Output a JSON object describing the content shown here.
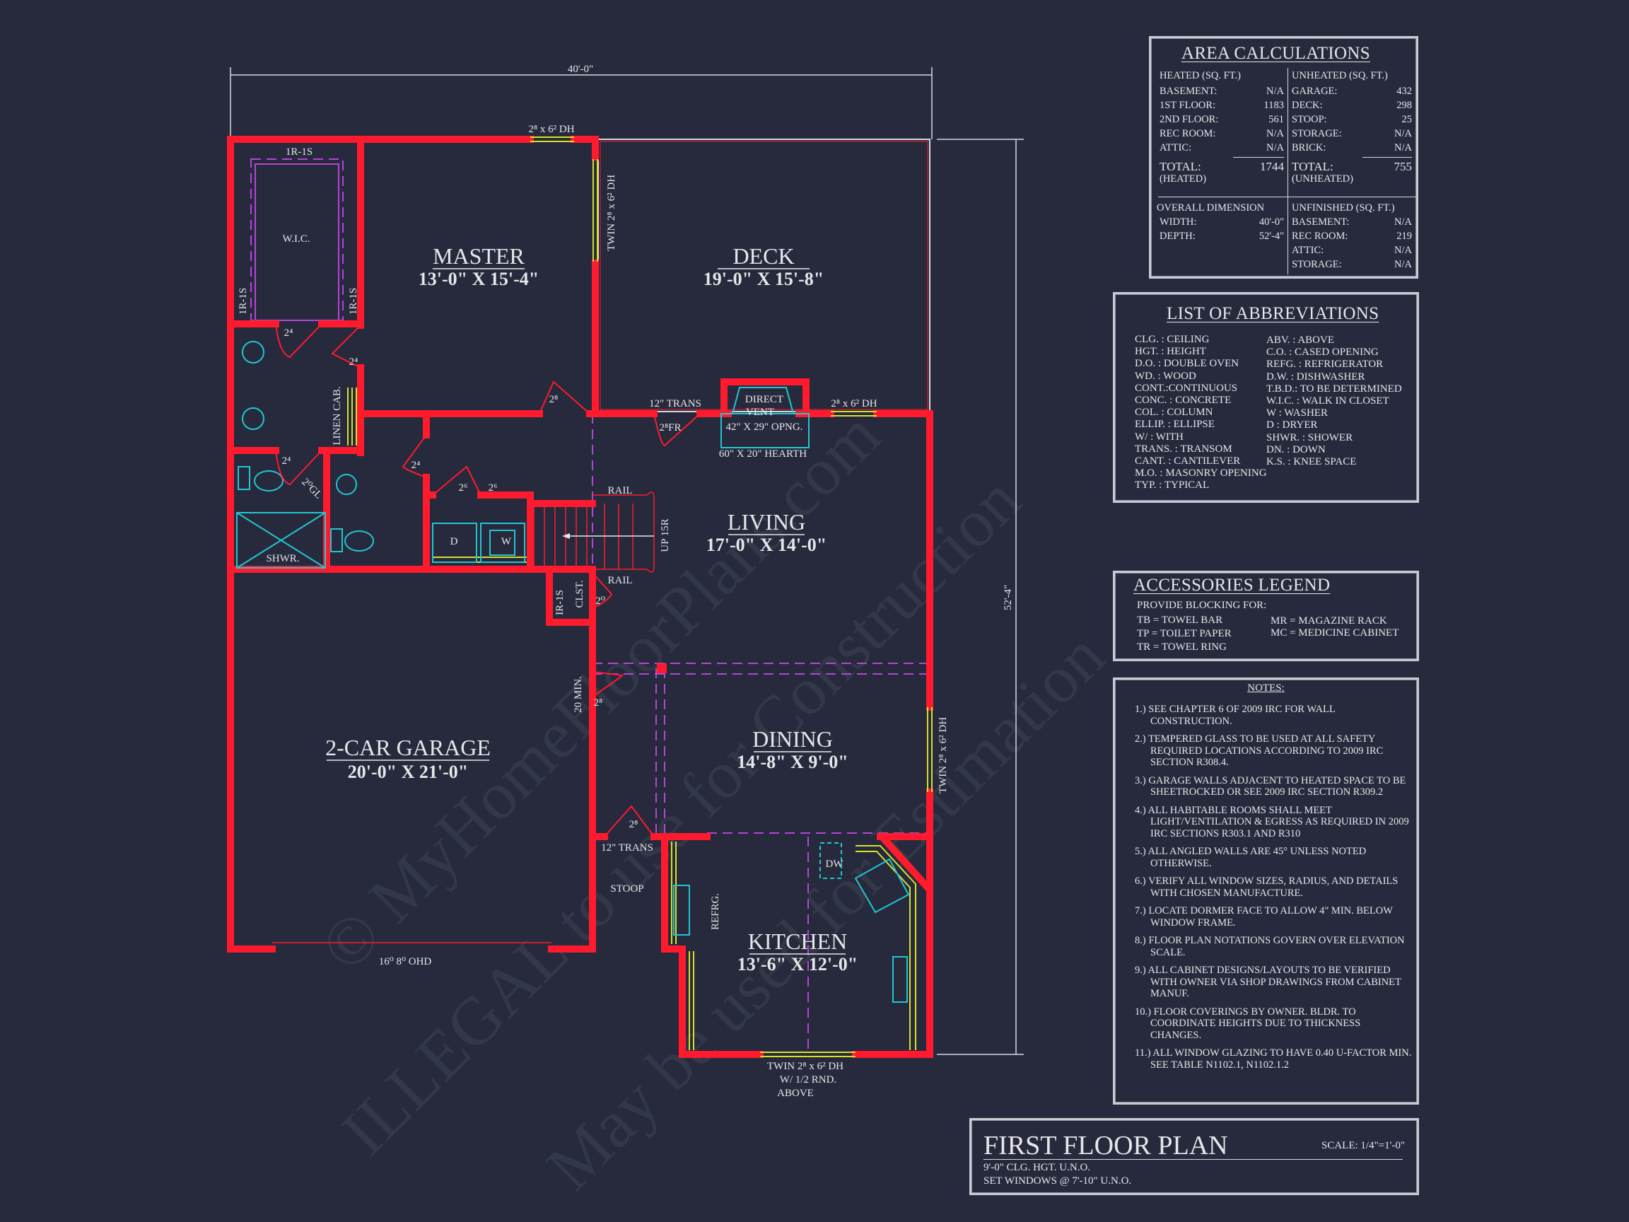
{
  "colors": {
    "background": "#262a3c",
    "wall": "#ff1a2e",
    "window": "#d8e02a",
    "fixture": "#22c6d2",
    "dashed": "#b545d6",
    "text": "#e6e6ea"
  },
  "dimensions": {
    "width": "40'-0\"",
    "depth": "52'-4\""
  },
  "rooms": {
    "master": {
      "name": "MASTER",
      "size": "13'-0\" X 15'-4\""
    },
    "deck": {
      "name": "DECK",
      "size": "19'-0\" X 15'-8\""
    },
    "living": {
      "name": "LIVING",
      "size": "17'-0\" X 14'-0\""
    },
    "dining": {
      "name": "DINING",
      "size": "14'-8\" X 9'-0\""
    },
    "garage": {
      "name": "2-CAR GARAGE",
      "size": "20'-0\" X 21'-0\""
    },
    "kitchen": {
      "name": "KITCHEN",
      "size": "13'-6\" X 12'-0\""
    }
  },
  "plan_labels": {
    "wic": "W.I.C.",
    "shwr": "SHWR.",
    "stoop": "STOOP",
    "trans_lower": "12\" TRANS",
    "trans_upper": "12\" TRANS",
    "ohd": "16⁰ 8⁰ OHD",
    "kitchen_window_1": "TWIN 2⁸ x 6² DH",
    "kitchen_window_2": "W/ 1/2 RND.",
    "kitchen_window_3": "ABOVE",
    "top_window": "2⁸ x 6² DH",
    "master_window": "TWIN 2⁸ x 6² DH",
    "dining_window": "TWIN 2⁸ x 6² DH",
    "living_window": "2⁸ x 6² DH",
    "french_door": "2⁸FR",
    "direct_vent_1": "DIRECT",
    "direct_vent_2": "VENT",
    "opening": "42\" X 29\" OPNG.",
    "hearth": "60\" X 20\" HEARTH",
    "rail_top": "RAIL",
    "rail_bottom": "RAIL",
    "stairs": "UP 15R",
    "ir1s_clst": "IR-1S",
    "clst": "CLST.",
    "door_20": "2⁰",
    "min20": "20 MIN.",
    "door_28a": "2⁸",
    "door_28b": "2⁸",
    "door_28c": "2⁸",
    "dw": "DW",
    "refrg": "REFRG.",
    "wic_top": "1R-1S",
    "wic_left": "1R-1S",
    "wic_right": "1R-1S",
    "linen": "LINEN CAB.",
    "door_24a": "2⁴",
    "door_24b": "2⁴",
    "door_24c": "2⁴",
    "door_24d": "2⁴",
    "door_26a": "2⁶",
    "door_26b": "2⁶",
    "door_20gl": "2⁰GL",
    "dryer": "D",
    "washer": "W"
  },
  "watermarks": [
    "© MyHomeFloorPlans.com",
    "ILLEGAL to use for Construction",
    "May be used for Estimation"
  ],
  "area": {
    "title": "AREA CALCULATIONS",
    "heated_header": "HEATED (SQ. FT.)",
    "heated": [
      [
        "BASEMENT:",
        "N/A"
      ],
      [
        "1ST FLOOR:",
        "1183"
      ],
      [
        "2ND FLOOR:",
        "561"
      ],
      [
        "REC ROOM:",
        "N/A"
      ],
      [
        "ATTIC:",
        "N/A"
      ]
    ],
    "heated_total": [
      "TOTAL:",
      "1744",
      "(HEATED)"
    ],
    "unheated_header": "UNHEATED (SQ. FT.)",
    "unheated": [
      [
        "GARAGE:",
        "432"
      ],
      [
        "DECK:",
        "298"
      ],
      [
        "STOOP:",
        "25"
      ],
      [
        "STORAGE:",
        "N/A"
      ],
      [
        "BRICK:",
        "N/A"
      ]
    ],
    "unheated_total": [
      "TOTAL:",
      "755",
      "(UNHEATED)"
    ],
    "overall_header": "OVERALL DIMENSION",
    "overall": [
      [
        "WIDTH:",
        "40'-0\""
      ],
      [
        "DEPTH:",
        "52'-4\""
      ]
    ],
    "unfinished_header": "UNFINISHED (SQ. FT.)",
    "unfinished": [
      [
        "BASEMENT:",
        "N/A"
      ],
      [
        "REC ROOM:",
        "219"
      ],
      [
        "ATTIC:",
        "N/A"
      ],
      [
        "STORAGE:",
        "N/A"
      ]
    ]
  },
  "abbreviations": {
    "title": "LIST OF ABBREVIATIONS",
    "left": [
      "CLG. : CEILING",
      "HGT. : HEIGHT",
      "D.O. : DOUBLE OVEN",
      "WD. : WOOD",
      "CONT.:CONTINUOUS",
      "CONC. : CONCRETE",
      "COL. : COLUMN",
      "ELLIP. : ELLIPSE",
      "W/ : WITH",
      "TRANS. : TRANSOM",
      "CANT. : CANTILEVER",
      "M.O. : MASONRY OPENING",
      "TYP. : TYPICAL"
    ],
    "right": [
      "ABV. : ABOVE",
      "C.O. : CASED OPENING",
      "REFG. : REFRIGERATOR",
      "D.W. : DISHWASHER",
      "T.B.D.: TO BE DETERMINED",
      "W.I.C. : WALK IN CLOSET",
      "W : WASHER",
      "D : DRYER",
      "SHWR. : SHOWER",
      "DN. : DOWN",
      "K.S. : KNEE SPACE"
    ]
  },
  "accessories": {
    "title": "ACCESSORIES LEGEND",
    "subtitle": "PROVIDE BLOCKING FOR:",
    "left": [
      "TB = TOWEL BAR",
      "TP = TOILET PAPER",
      "TR = TOWEL RING"
    ],
    "right": [
      "MR = MAGAZINE RACK",
      "MC = MEDICINE CABINET"
    ]
  },
  "notes": {
    "title": "NOTES:",
    "items": [
      "1.) SEE CHAPTER 6 OF 2009 IRC FOR WALL CONSTRUCTION.",
      "2.) TEMPERED GLASS TO BE USED AT ALL SAFETY REQUIRED LOCATIONS ACCORDING TO 2009 IRC SECTION R308.4.",
      "3.) GARAGE WALLS ADJACENT TO HEATED SPACE TO BE SHEETROCKED OR SEE 2009 IRC SECTION R309.2",
      "4.) ALL HABITABLE ROOMS SHALL MEET LIGHT/VENTILATION & EGRESS AS REQUIRED IN 2009 IRC SECTIONS R303.1 AND R310",
      "5.) ALL ANGLED WALLS ARE 45° UNLESS NOTED OTHERWISE.",
      "6.) VERIFY ALL WINDOW SIZES, RADIUS, AND DETAILS WITH CHOSEN MANUFACTURE.",
      "7.) LOCATE DORMER FACE TO ALLOW 4\" MIN. BELOW WINDOW FRAME.",
      "8.) FLOOR PLAN NOTATIONS GOVERN OVER ELEVATION SCALE.",
      "9.) ALL CABINET DESIGNS/LAYOUTS TO BE VERIFIED WITH OWNER VIA SHOP DRAWINGS FROM CABINET MANUF.",
      "10.) FLOOR COVERINGS BY OWNER. BLDR. TO COORDINATE HEIGHTS DUE TO THICKNESS CHANGES.",
      "11.) ALL WINDOW GLAZING TO HAVE 0.40 U-FACTOR MIN.  SEE TABLE N1102.1, N1102.1.2"
    ]
  },
  "title_block": {
    "title": "FIRST FLOOR PLAN",
    "scale": "SCALE: 1/4\"=1'-0\"",
    "line1": "9'-0\" CLG. HGT. U.N.O.",
    "line2": "SET WINDOWS @ 7'-10\" U.N.O."
  }
}
